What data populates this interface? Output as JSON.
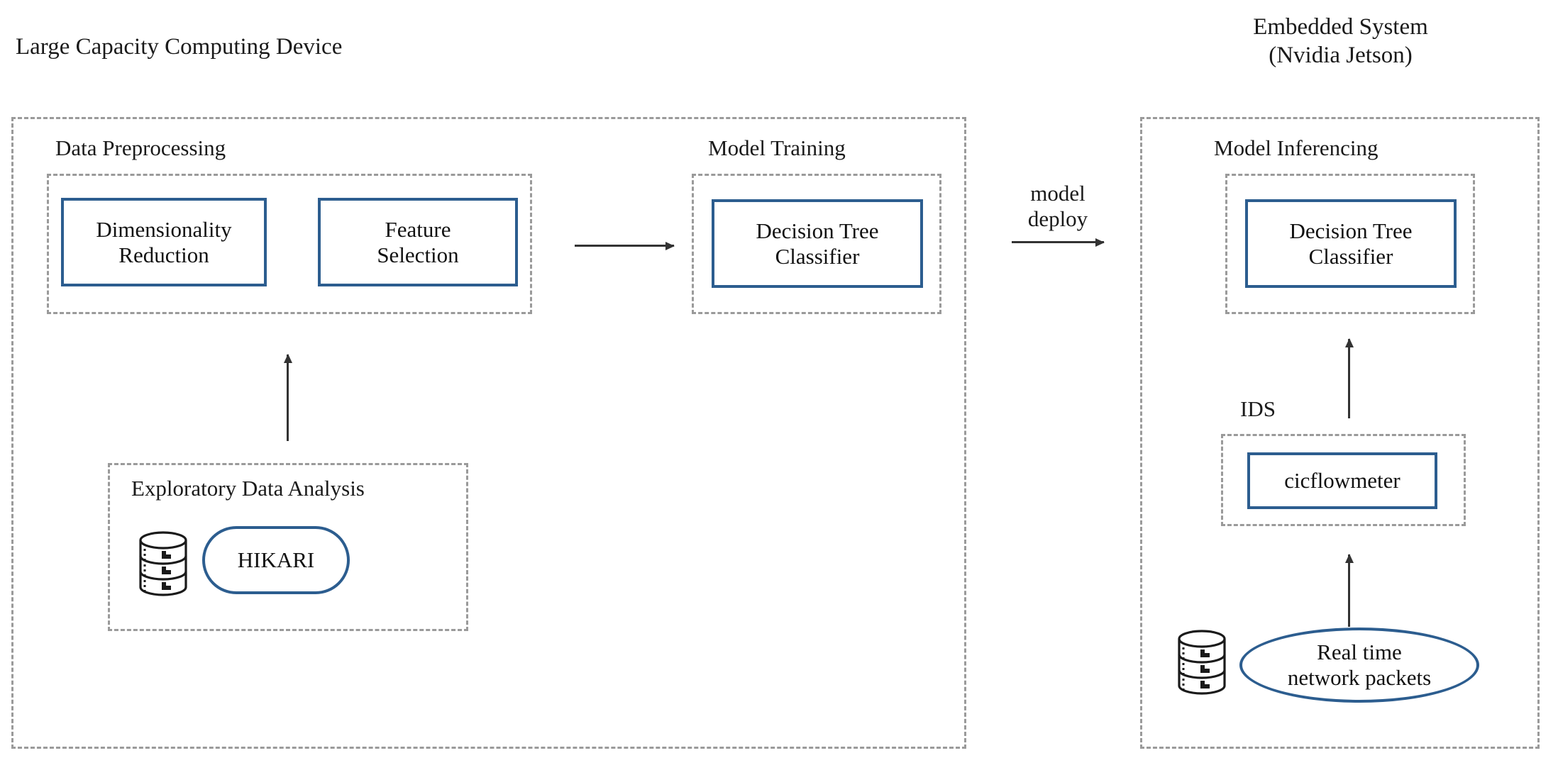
{
  "diagram": {
    "title_left": "Large Capacity Computing Device",
    "title_right": "Embedded System\n(Nvidia Jetson)",
    "accent_blue": "#2c5d8f",
    "dashed_gray": "#9a9a9a",
    "arrow_color": "#333333",
    "left_panel": {
      "groups": {
        "data_preprocessing": {
          "label": "Data Preprocessing",
          "boxes": [
            {
              "label": "Dimensionality\nReduction"
            },
            {
              "label": "Feature\nSelection"
            }
          ]
        },
        "model_training": {
          "label": "Model Training",
          "boxes": [
            {
              "label": "Decision Tree\nClassifier"
            }
          ]
        },
        "exploratory_data_analysis": {
          "label": "Exploratory Data Analysis",
          "database_icon": "database-cylinder-icon",
          "node": {
            "label": "HIKARI"
          }
        }
      }
    },
    "bridge": {
      "label": "model\ndeploy",
      "icon": "arrow-right-icon"
    },
    "right_panel": {
      "groups": {
        "model_inferencing": {
          "label": "Model Inferencing",
          "boxes": [
            {
              "label": "Decision Tree\nClassifier"
            }
          ]
        },
        "ids": {
          "label": "IDS",
          "boxes": [
            {
              "label": "cicflowmeter"
            }
          ]
        },
        "source": {
          "database_icon": "database-cylinder-icon",
          "node": {
            "label": "Real time\nnetwork packets"
          }
        }
      }
    },
    "connectors": [
      {
        "name": "eda-to-preprocessing",
        "icon": "arrow-up-icon"
      },
      {
        "name": "preprocessing-to-training",
        "icon": "arrow-right-icon"
      },
      {
        "name": "training-to-inferencing",
        "icon": "arrow-right-icon"
      },
      {
        "name": "ids-to-inferencing",
        "icon": "arrow-up-icon"
      },
      {
        "name": "packets-to-ids",
        "icon": "arrow-up-icon"
      }
    ]
  }
}
